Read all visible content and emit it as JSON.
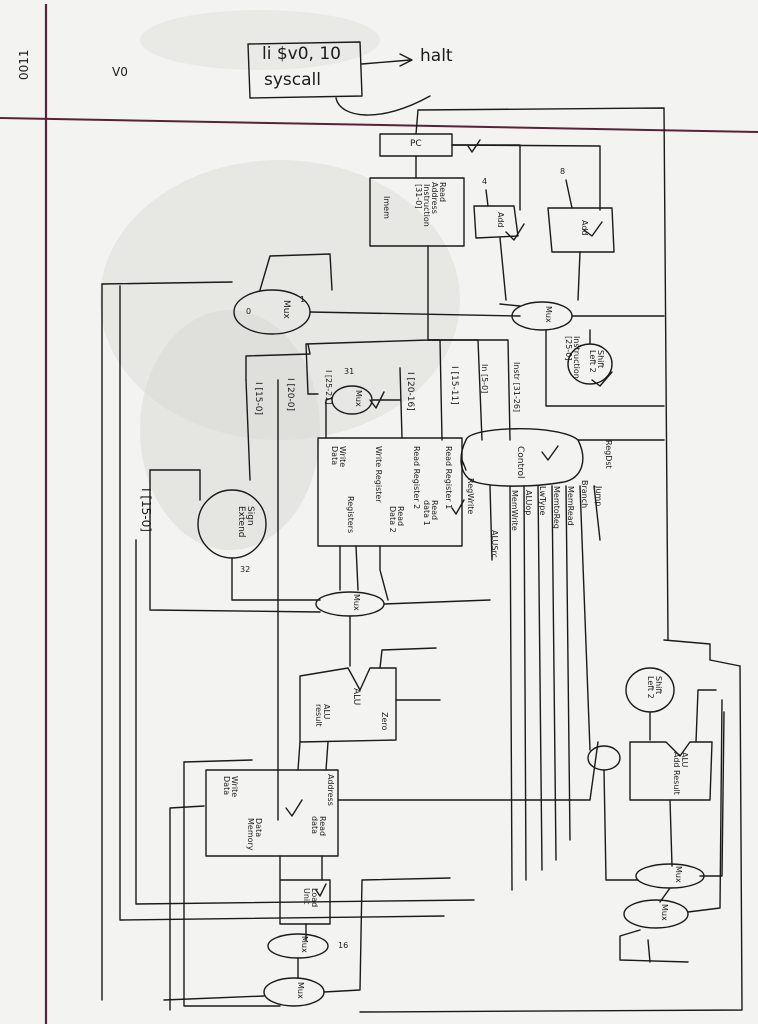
{
  "margin": {
    "number": "0011",
    "v0": "V0"
  },
  "syscall_box": {
    "line1": "li $v0, 10",
    "line2": "syscall"
  },
  "halt_label": "halt",
  "pc": {
    "label": "PC"
  },
  "instr_mem": {
    "read_address": "Read\nAddress",
    "instruction": "Instruction\n[31-0]",
    "name": "Imem"
  },
  "add_pc4": {
    "const": "4",
    "label": "Add"
  },
  "add_pc8": {
    "const": "8",
    "label": "Add"
  },
  "mux_top": {
    "label": "Mux",
    "in1": "1",
    "in0": "0"
  },
  "shift_left_2_top": {
    "label": "Shift\nLeft 2",
    "note": "Instruction\n[25-0]"
  },
  "mux_jump": {
    "label": "Mux"
  },
  "instr_fields": {
    "i15_0": "I [15-0]",
    "i20_0": "I [20-0]",
    "i25_21": "I [25-21]",
    "i20_16": "I [20-16]",
    "i31_26": "Instr [31-26]",
    "i5_0": "In [5-0]",
    "i15_11": "I [15-11]",
    "i15_0_long": "I [15-0]"
  },
  "regdst_mux": {
    "label": "Mux",
    "in31": "31"
  },
  "registers": {
    "write_data": "Write\nData",
    "read_reg2": "Read Register 2",
    "read_reg1": "Read Register 1",
    "write_register": "Write Register",
    "read_data1": "Read\ndata 1",
    "read_data2": "Read\nData 2",
    "name": "Registers"
  },
  "control": {
    "name": "Control",
    "regdst": "RegDst",
    "jump": "Jump",
    "branch": "Branch",
    "memread": "MemRead",
    "memtoreg": "MemtoReg",
    "lwtype": "LwType",
    "aluop": "ALUop",
    "memwrite": "MemWrite",
    "alusrc": "ALUSrc",
    "regwrite": "RegWrite"
  },
  "sign_extend": {
    "label": "Sign\nExtend",
    "bits": "32"
  },
  "alu_src_mux": {
    "label": "Mux"
  },
  "alu": {
    "label": "ALU",
    "result": "ALU\nresult",
    "zero": "Zero"
  },
  "data_memory": {
    "write_data": "Write\nData",
    "address": "Address",
    "read_data": "Read\ndata",
    "name": "Data\nMemory"
  },
  "load_unit": {
    "label": "Load\nUnit"
  },
  "mux_mem1": {
    "label": "Mux",
    "b": "16"
  },
  "mux_mem2": {
    "label": "Mux"
  },
  "shift_left_2_branch": {
    "label": "Shift\nLeft 2"
  },
  "branch_adder": {
    "label": "ALU\nAdd Result"
  },
  "mux_branch": {
    "label": "Mux"
  },
  "mux_final": {
    "label": "Mux"
  }
}
